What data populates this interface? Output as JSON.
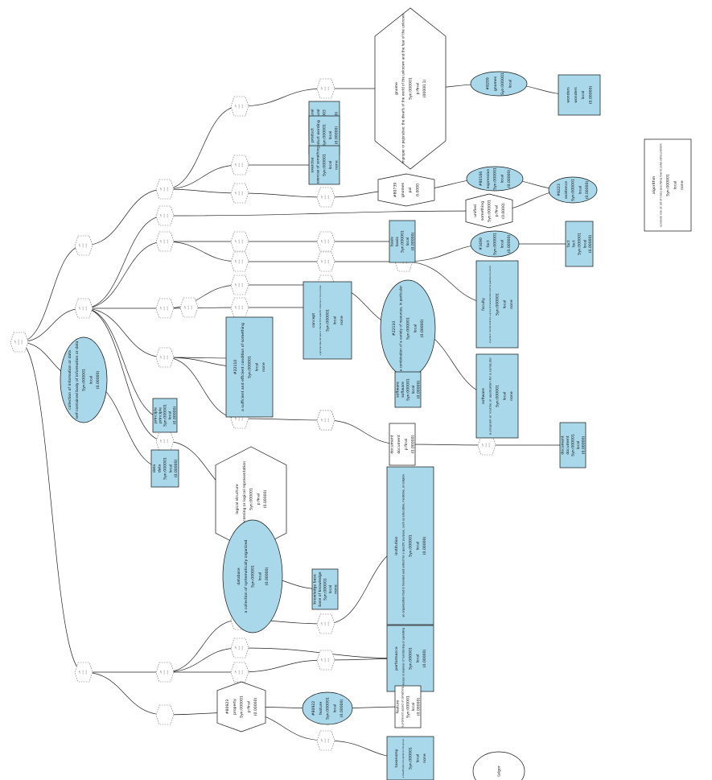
{
  "colors": {
    "fill": "#a8d8ea",
    "stroke": "#111111",
    "dotted": "#666666",
    "edge": "#222222"
  },
  "diagram": {
    "mini_nodes": [
      {
        "id": "r",
        "lines": [
          "•Y",
          "••••",
          "•••"
        ]
      },
      {
        "id": "a1",
        "lines": [
          "•Y",
          "•••",
          "•••"
        ]
      },
      {
        "id": "a2",
        "lines": [
          "•Y",
          "•••",
          "•••"
        ]
      },
      {
        "id": "a3",
        "lines": [
          "•Y",
          "•••",
          "•••"
        ]
      },
      {
        "id": "b1",
        "lines": [
          "•Y",
          "•••",
          "•••"
        ]
      },
      {
        "id": "b2",
        "lines": [
          "•Y",
          "•••",
          "•••"
        ]
      },
      {
        "id": "b3",
        "lines": [
          "•Y",
          "•••",
          "•••"
        ]
      },
      {
        "id": "b4",
        "lines": [
          "•Y",
          "•••",
          "•••"
        ]
      },
      {
        "id": "b5",
        "lines": [
          "•Y",
          "•••",
          "•••"
        ]
      },
      {
        "id": "b6",
        "lines": [
          "•Y",
          "•••",
          "•••"
        ]
      },
      {
        "id": "b7",
        "lines": [
          "•Y",
          "•••",
          "•••"
        ]
      },
      {
        "id": "b8",
        "lines": [
          "•Y",
          "•••",
          "•••"
        ]
      },
      {
        "id": "c1",
        "lines": [
          "•Y",
          "•••",
          "•••"
        ]
      },
      {
        "id": "c2",
        "lines": [
          "•Y",
          "•••",
          "•••"
        ]
      },
      {
        "id": "c3",
        "lines": [
          "•Y",
          "•••",
          "•••"
        ]
      },
      {
        "id": "c4",
        "lines": [
          "•Y",
          "•••",
          "•••"
        ]
      },
      {
        "id": "c5",
        "lines": [
          "•Y",
          "•••",
          "•••"
        ]
      },
      {
        "id": "c6",
        "lines": [
          "•Y",
          "•••",
          "•••"
        ]
      },
      {
        "id": "c7",
        "lines": [
          "•Y",
          "•••",
          "•••"
        ]
      },
      {
        "id": "c8",
        "lines": [
          "•Y",
          "•••",
          "•••"
        ]
      },
      {
        "id": "c9",
        "lines": [
          "•Y",
          "•••",
          "•••"
        ]
      },
      {
        "id": "c10",
        "lines": [
          "•Y",
          "•••",
          "•••"
        ]
      },
      {
        "id": "c11",
        "lines": [
          "•Y",
          "•••",
          "•••"
        ]
      },
      {
        "id": "c12",
        "lines": [
          "•Y",
          "•••",
          "•••"
        ]
      },
      {
        "id": "c13",
        "lines": [
          "•Y",
          "•••",
          "•••"
        ]
      },
      {
        "id": "c14",
        "lines": [
          "•Y",
          "•••",
          "•••"
        ]
      },
      {
        "id": "c15",
        "lines": [
          "•Y",
          "•••",
          "•••"
        ]
      },
      {
        "id": "c16",
        "lines": [
          "•Y",
          "•••",
          "•••"
        ]
      },
      {
        "id": "c17",
        "lines": [
          "•Y",
          "•••",
          "•••"
        ]
      },
      {
        "id": "c18",
        "lines": [
          "•Y",
          "•••",
          "•••"
        ]
      },
      {
        "id": "c19",
        "lines": [
          "•Y",
          "•••",
          "•••"
        ]
      },
      {
        "id": "c20",
        "lines": [
          "•Y",
          "•••",
          "•••"
        ]
      },
      {
        "id": "c21",
        "lines": [
          "•Y",
          "•••",
          "•••"
        ]
      },
      {
        "id": "c22",
        "lines": [
          "•Y",
          "•••",
          "•••"
        ]
      },
      {
        "id": "c23",
        "lines": [
          "•Y",
          "•••",
          "•••"
        ]
      },
      {
        "id": "c24",
        "lines": [
          "•Y",
          "•••",
          "•••"
        ]
      },
      {
        "id": "c25",
        "lines": [
          "•Y",
          "•••",
          "•••"
        ]
      },
      {
        "id": "c26",
        "lines": [
          "•Y",
          "•••",
          "•••"
        ]
      },
      {
        "id": "c27",
        "lines": [
          "•Y",
          "•••",
          "•••"
        ]
      },
      {
        "id": "c28",
        "lines": [
          "•Y",
          "•••",
          "•••"
        ]
      },
      {
        "id": "c29",
        "lines": [
          "•Y",
          "•••",
          "•••"
        ]
      }
    ],
    "big_nodes": [
      {
        "id": "n_top_hex",
        "lines": [
          "gnome",
          "improper or pejorative: the dwarfs of the world of the unknown and the fear of the unknown",
          "Syn:000001",
          "p:final",
          "(00000.1)"
        ]
      },
      {
        "id": "n_hex2",
        "lines": [
          "#80739",
          "gnomes",
          "pal",
          "0.0000"
        ]
      },
      {
        "id": "n_ell_top",
        "lines": [
          "#8209",
          "gnomes",
          "Syn:000001",
          "local"
        ]
      },
      {
        "id": "n_box_top",
        "lines": [
          "wonders",
          "wonders",
          "local",
          "(0.00000)"
        ]
      },
      {
        "id": "n_box_a",
        "lines": [
          "architectural",
          "architectural",
          "Syn:000003",
          "local",
          "(0.00000)"
        ]
      },
      {
        "id": "n_box_b",
        "lines": [
          "product",
          "product wording",
          "Syn:000001",
          "local",
          "(0.00000)"
        ]
      },
      {
        "id": "n_box_c",
        "lines": [
          "exercise",
          "exercise of something",
          "Syn:000001",
          "local",
          "none"
        ]
      },
      {
        "id": "n_ell2",
        "lines": [
          "#80166",
          "expression",
          "Syn:000001",
          "local",
          "(0.00000)"
        ]
      },
      {
        "id": "n_ell3",
        "lines": [
          "#8223",
          "existence",
          "Syn:000001",
          "local",
          "(0.00000)"
        ]
      },
      {
        "id": "n_hex3",
        "lines": [
          "unified",
          "something",
          "Syn:000001",
          "p:final",
          "(0.0000)"
        ]
      },
      {
        "id": "n_box_d",
        "lines": [
          "basis",
          "basis",
          "Syn:000001",
          "local",
          "(0.00000)"
        ]
      },
      {
        "id": "n_ell4",
        "lines": [
          "#3490",
          "fact",
          "Syn:000001",
          "local",
          "(0.00000)"
        ]
      },
      {
        "id": "n_box_e",
        "lines": [
          "fact",
          "fact",
          "Syn:000001",
          "local",
          "(0.00000)"
        ]
      },
      {
        "id": "n_box_f",
        "lines": [
          "faculty",
          "physical or mental condition, a group of characteristics and the qualities of a person",
          "Syn:000001",
          "local",
          "none"
        ]
      },
      {
        "id": "n_ell5",
        "lines": [
          "#22110",
          "a combination of a variety of resources, in particular",
          "Syn:000001",
          "local",
          "(0.00000)"
        ]
      },
      {
        "id": "n_box_g",
        "lines": [
          "concept",
          "a general idea, derived or inferred from specific instances or occurrences",
          "Syn:000001",
          "local",
          "none"
        ]
      },
      {
        "id": "n_box_h",
        "lines": [
          "software",
          "software",
          "Syn:000001",
          "local",
          "(0.00000)"
        ]
      },
      {
        "id": "n_box_i",
        "lines": [
          "software",
          "a program or routine or application for a computer",
          "Syn:000001",
          "local",
          "none"
        ]
      },
      {
        "id": "n_box_j",
        "lines": [
          "#22110",
          "a sufficient and efficient condition of something",
          "Syn:000001",
          "local",
          "none"
        ]
      },
      {
        "id": "n_box_k",
        "lines": [
          "principle",
          "principle",
          "Syn:000001",
          "local",
          "(0.00000)"
        ]
      },
      {
        "id": "n_ell_left",
        "lines": [
          "collection of information or data",
          "self-contained body of information or data",
          "Syn:000001",
          "local",
          "(0.00000)"
        ]
      },
      {
        "id": "n_box_left",
        "lines": [
          "data",
          "data",
          "Syn:000001",
          "local",
          "(0.00000)"
        ]
      },
      {
        "id": "n_box_doc",
        "lines": [
          "document",
          "document",
          "p:final",
          "(0.00000)"
        ]
      },
      {
        "id": "n_box_doc2",
        "lines": [
          "document",
          "document",
          "Syn:000001",
          "local",
          "(0.00000)"
        ]
      },
      {
        "id": "n_hex_mid",
        "lines": [
          "logical structure",
          "data processing or logical representation",
          "Syn:000001",
          "p:final",
          "(0.00000)"
        ]
      },
      {
        "id": "n_ell_mid",
        "lines": [
          "database",
          "a collection of systematically organized",
          "Syn:000001",
          "local",
          "(0.00000)"
        ]
      },
      {
        "id": "n_box_kb",
        "lines": [
          "knowledge base",
          "base of knowledge",
          "Syn:000001",
          "local",
          "none"
        ]
      },
      {
        "id": "n_box_inst",
        "lines": [
          "institution",
          "an organization that is founded and united for a specific purpose, such as education, medicine, or religion",
          "Syn:000001",
          "local",
          "(0.00000)"
        ]
      },
      {
        "id": "n_box_perf",
        "lines": [
          "performance",
          "a process or manner of functioning or operating",
          "Syn:000001",
          "local",
          "(0.00000)"
        ]
      },
      {
        "id": "n_hex_low",
        "lines": [
          "#80923",
          "property",
          "Syn:000001",
          "p:final",
          "(0.00000)"
        ]
      },
      {
        "id": "n_ell_low",
        "lines": [
          "#80922",
          "feature",
          "Syn:000001",
          "local",
          "(0.00000)"
        ]
      },
      {
        "id": "n_box_feat",
        "lines": [
          "feature",
          "a prominent aspect of something",
          "Syn:000001",
          "local",
          "(0.00000)"
        ]
      },
      {
        "id": "n_box_tax",
        "lines": [
          "taxonomy",
          "a classification of organisms into groups",
          "Syn:000001",
          "local",
          "none"
        ]
      },
      {
        "id": "n_legend",
        "lines": [
          "algorithm",
          "a precise rule (or set of rules) specifying how to solve some problem",
          "Syn:000001",
          "local",
          "none"
        ]
      },
      {
        "id": "n_bottom",
        "lines": [
          "(algor"
        ]
      }
    ]
  }
}
